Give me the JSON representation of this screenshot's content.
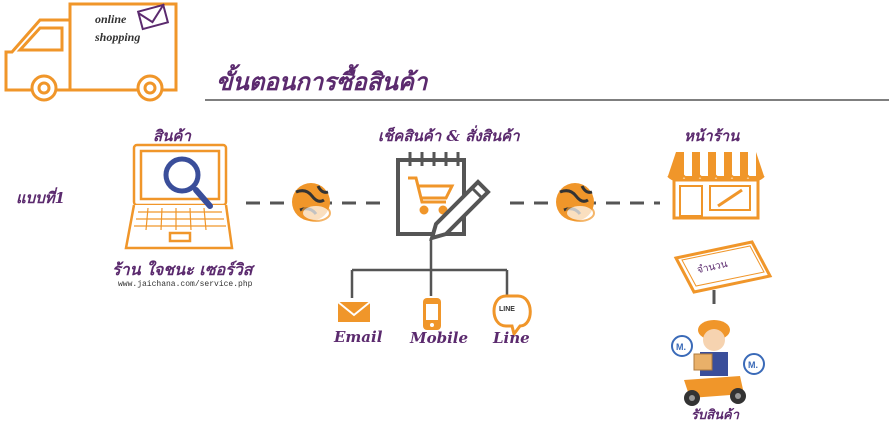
{
  "logo": {
    "line1": "online",
    "line2": "shopping"
  },
  "title": "ขั้นตอนการซื้อสินค้า",
  "row_label": "แบบที่1",
  "steps": {
    "product": {
      "label": "สินค้า",
      "shop_name": "ร้าน ใจชนะ เซอร์วิส",
      "url": "www.jaichana.com/service.php"
    },
    "check": {
      "label": "เช็คสินค้า & สั่งสินค้า"
    },
    "storefront": {
      "label": "หน้าร้าน",
      "slip": "จำนวน"
    },
    "receive": {
      "label": "รับสินค้า"
    }
  },
  "channels": [
    {
      "label": "Email",
      "icon": "email-icon"
    },
    {
      "label": "Mobile",
      "icon": "mobile-icon"
    },
    {
      "label": "Line",
      "icon": "line-icon",
      "badge": "LINE"
    }
  ],
  "colors": {
    "accent": "#f0962a",
    "text": "#5b2a6e",
    "line": "#555555"
  }
}
